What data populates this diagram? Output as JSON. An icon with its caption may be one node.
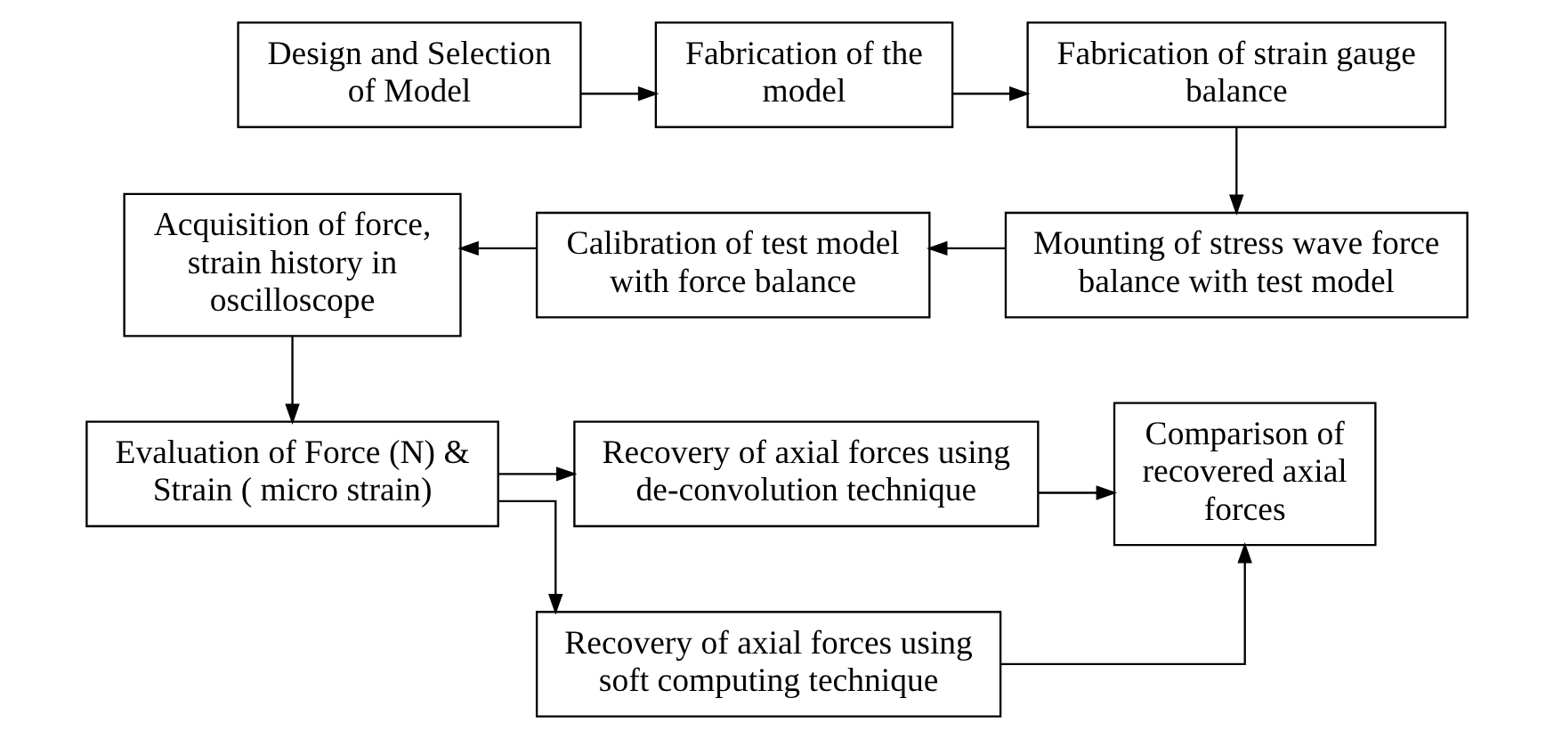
{
  "diagram": {
    "nodes": [
      {
        "text": [
          "Design and Selection of Model"
        ]
      },
      {
        "text": [
          "Fabrication of the model"
        ]
      },
      {
        "text": [
          "Fabrication of strain gauge balance"
        ]
      },
      {
        "text": [
          "Mounting of stress wave force balance with test model"
        ]
      },
      {
        "text": [
          "Calibration of test model with force balance"
        ]
      },
      {
        "text": [
          "Acquisition of force, strain history in oscilloscope"
        ]
      },
      {
        "text": [
          "Evaluation of Force (N) & Strain ( micro strain)"
        ]
      },
      {
        "text": [
          "Recovery of axial forces using de-convolution technique"
        ]
      },
      {
        "text": [
          "Recovery of axial forces using soft computing technique"
        ]
      },
      {
        "text": [
          "Comparison of recovered axial forces"
        ]
      }
    ],
    "edges": [
      {
        "from": 0,
        "to": 1,
        "arrow": "to"
      },
      {
        "from": 1,
        "to": 2,
        "arrow": "to"
      },
      {
        "from": 2,
        "to": 3,
        "arrow": "to"
      },
      {
        "from": 3,
        "to": 4,
        "arrow": "to"
      },
      {
        "from": 4,
        "to": 5,
        "arrow": "to"
      },
      {
        "from": 5,
        "to": 6,
        "arrow": "to"
      },
      {
        "from": 6,
        "to": 7,
        "arrow": "to"
      },
      {
        "from": 6,
        "to": 8,
        "arrow": "to"
      },
      {
        "from": 7,
        "to": 9,
        "arrow": "to"
      },
      {
        "from": 8,
        "to": 9,
        "arrow": "to"
      }
    ]
  }
}
